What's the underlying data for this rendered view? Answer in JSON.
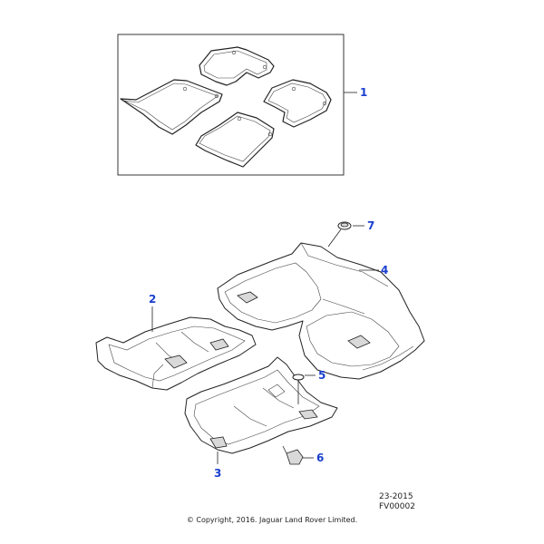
{
  "callouts": {
    "c1": "1",
    "c2": "2",
    "c3": "3",
    "c4": "4",
    "c5": "5",
    "c6": "6",
    "c7": "7"
  },
  "reference": {
    "date_code": "23-2015",
    "figure_code": "FV00002"
  },
  "copyright": "© Copyright, 2016. Jaguar Land Rover Limited.",
  "colors": {
    "callout": "#1a3fcf",
    "line": "#222222"
  }
}
